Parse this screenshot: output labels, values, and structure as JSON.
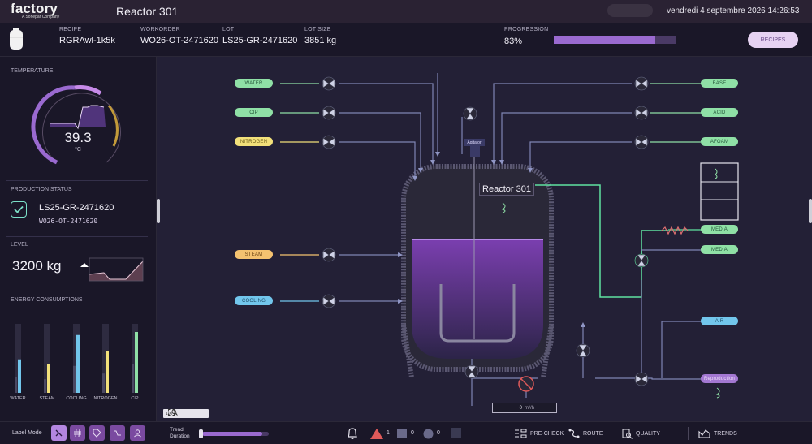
{
  "app": {
    "logo": "factory",
    "logo_subtitle": "A Sonepar Company",
    "title": "Reactor 301",
    "datetime": "vendredi 4 septembre 2026 14:26:53"
  },
  "header": {
    "recipe_label": "RECIPE",
    "recipe": "RGRAwl-1k5k",
    "workorder_label": "WORKORDER",
    "workorder": "WO26-OT-2471620",
    "lot_label": "LOT",
    "lot": "LS25-GR-2471620",
    "lotsize_label": "LOT SIZE",
    "lotsize": "3851 kg",
    "progression_label": "PROGRESSION",
    "progression": "83%",
    "progression_fraction": 0.83,
    "recipes_button": "RECIPES"
  },
  "left_panel": {
    "temperature_title": "TEMPERATURE",
    "temperature_value": "39.3",
    "temperature_unit": "°C",
    "production_title": "PRODUCTION STATUS",
    "production_lot": "LS25-GR-2471620",
    "production_workorder": "WO26-OT-2471620",
    "level_title": "LEVEL",
    "level_value": "3200 kg",
    "energy_title": "ENERGY CONSUMPTIONS",
    "energy": [
      {
        "label": "WATER",
        "color": "#72c6ec",
        "fill": 0.55,
        "total": 0.85
      },
      {
        "label": "STEAM",
        "color": "#f2e07a",
        "fill": 0.48,
        "total": 0.85
      },
      {
        "label": "COOLING",
        "color": "#72c6ec",
        "fill": 0.95,
        "total": 0.85
      },
      {
        "label": "NITROGEN",
        "color": "#f2e07a",
        "fill": 0.68,
        "total": 0.85
      },
      {
        "label": "CIP",
        "color": "#8fe0a6",
        "fill": 1.0,
        "total": 0.85
      }
    ]
  },
  "process": {
    "reactor_label": "Reactor 301",
    "agitator_label": "Agitator",
    "left_lines": [
      {
        "label": "WATER",
        "style": "tag-green",
        "color": "#8fe0a6"
      },
      {
        "label": "CIP",
        "style": "tag-green",
        "color": "#8fe0a6"
      },
      {
        "label": "NITROGEN",
        "style": "tag-yellow",
        "color": "#f2e07a"
      },
      {
        "label": "STEAM",
        "style": "tag-orange",
        "color": "#f4c270"
      },
      {
        "label": "COOLING",
        "style": "tag-blue",
        "color": "#72c6ec"
      }
    ],
    "right_lines": [
      {
        "label": "BASE",
        "style": "tag-green"
      },
      {
        "label": "ACID",
        "style": "tag-green"
      },
      {
        "label": "AFOAM",
        "style": "tag-green"
      },
      {
        "label": "MEDIA",
        "style": "tag-green"
      },
      {
        "label": "MEDIA",
        "style": "tag-green"
      },
      {
        "label": "AIR",
        "style": "tag-blue"
      },
      {
        "label": "Reproduction",
        "style": "tag-purple"
      }
    ],
    "flow_value": "0",
    "flow_unit": "m³/h",
    "zoom_level": "100 %"
  },
  "bottom": {
    "label_mode": "Label Mode",
    "trend_duration": "Trend Duration",
    "trend_fraction": 0.9,
    "alarm_high_count": "1",
    "alarm_mid_count": "0",
    "alarm_low_count": "0",
    "nav": {
      "precheck": "PRE-CHECK",
      "route": "ROUTE",
      "quality": "QUALITY",
      "trends": "TRENDS"
    }
  },
  "colors": {
    "accent": "#9a6ad0",
    "active_flow": "#5fe3a1",
    "pipe": "#7f85b4",
    "liquid": "#7b3fb0"
  }
}
